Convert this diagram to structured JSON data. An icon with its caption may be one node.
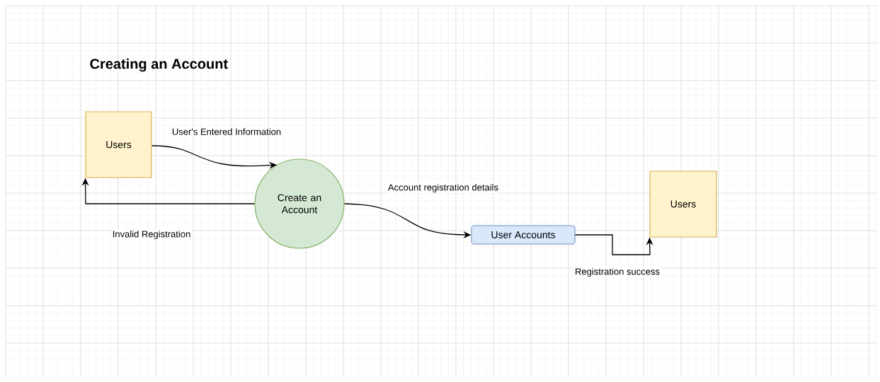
{
  "diagram": {
    "title": "Creating an Account",
    "nodes": [
      {
        "text": [
          "Users"
        ]
      },
      {
        "text": [
          "Create an Account"
        ]
      },
      {
        "text": [
          "User Accounts"
        ]
      },
      {
        "text": [
          "Users"
        ]
      }
    ],
    "edges": [
      {
        "from": 0,
        "to": 1,
        "arrow": "to",
        "label": "User's Entered Information"
      },
      {
        "from": 1,
        "to": 0,
        "arrow": "to",
        "label": "Invalid Registration"
      },
      {
        "from": 1,
        "to": 2,
        "arrow": "to",
        "label": "Account registration details"
      },
      {
        "from": 2,
        "to": 3,
        "arrow": "to",
        "label": "Registration success"
      }
    ]
  }
}
